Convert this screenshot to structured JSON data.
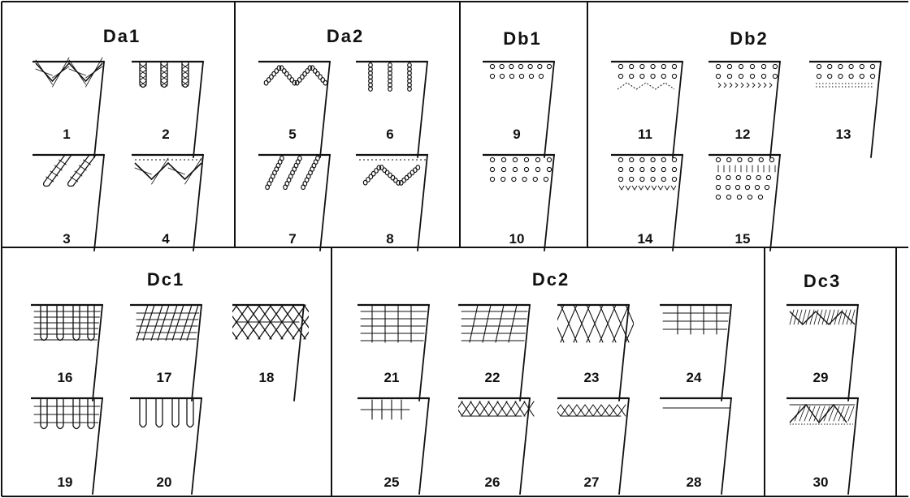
{
  "groups": [
    {
      "id": "Da1",
      "title": "Da1",
      "items": [
        {
          "number": "1",
          "pattern": "zigzag-cross"
        },
        {
          "number": "2",
          "pattern": "vertical-cross"
        },
        {
          "number": "3",
          "pattern": "diagonal-cross"
        },
        {
          "number": "4",
          "pattern": "zigzag-cross-dotted"
        }
      ]
    },
    {
      "id": "Da2",
      "title": "Da2",
      "items": [
        {
          "number": "5",
          "pattern": "zigzag-chain"
        },
        {
          "number": "6",
          "pattern": "vertical-chain"
        },
        {
          "number": "7",
          "pattern": "diagonal-chain"
        },
        {
          "number": "8",
          "pattern": "zigzag-chain-dotted"
        }
      ]
    },
    {
      "id": "Db1",
      "title": "Db1",
      "items": [
        {
          "number": "9",
          "pattern": "loops-2"
        },
        {
          "number": "10",
          "pattern": "loops-3"
        }
      ]
    },
    {
      "id": "Db2",
      "title": "Db2",
      "items": [
        {
          "number": "11",
          "pattern": "loops-zigzag"
        },
        {
          "number": "12",
          "pattern": "loops-chevron"
        },
        {
          "number": "13",
          "pattern": "loops-dotted"
        },
        {
          "number": "14",
          "pattern": "loops-4-v"
        },
        {
          "number": "15",
          "pattern": "loops-ticks"
        }
      ]
    },
    {
      "id": "Dc1",
      "title": "Dc1",
      "items": [
        {
          "number": "16",
          "pattern": "grid-loops"
        },
        {
          "number": "17",
          "pattern": "grid-slant-loops"
        },
        {
          "number": "18",
          "pattern": "lattice-dense"
        },
        {
          "number": "19",
          "pattern": "loops-hlines"
        },
        {
          "number": "20",
          "pattern": "loops-only"
        }
      ]
    },
    {
      "id": "Dc2",
      "title": "Dc2",
      "items": [
        {
          "number": "21",
          "pattern": "grid"
        },
        {
          "number": "22",
          "pattern": "grid-slant"
        },
        {
          "number": "23",
          "pattern": "lattice"
        },
        {
          "number": "24",
          "pattern": "grid-short"
        },
        {
          "number": "25",
          "pattern": "ticks-line"
        },
        {
          "number": "26",
          "pattern": "lattice-band"
        },
        {
          "number": "27",
          "pattern": "lattice-band-small"
        },
        {
          "number": "28",
          "pattern": "single-line"
        }
      ]
    },
    {
      "id": "Dc3",
      "title": "Dc3",
      "items": [
        {
          "number": "29",
          "pattern": "zigzag-hatch"
        },
        {
          "number": "30",
          "pattern": "zigzag-hatch-lines"
        }
      ]
    }
  ]
}
